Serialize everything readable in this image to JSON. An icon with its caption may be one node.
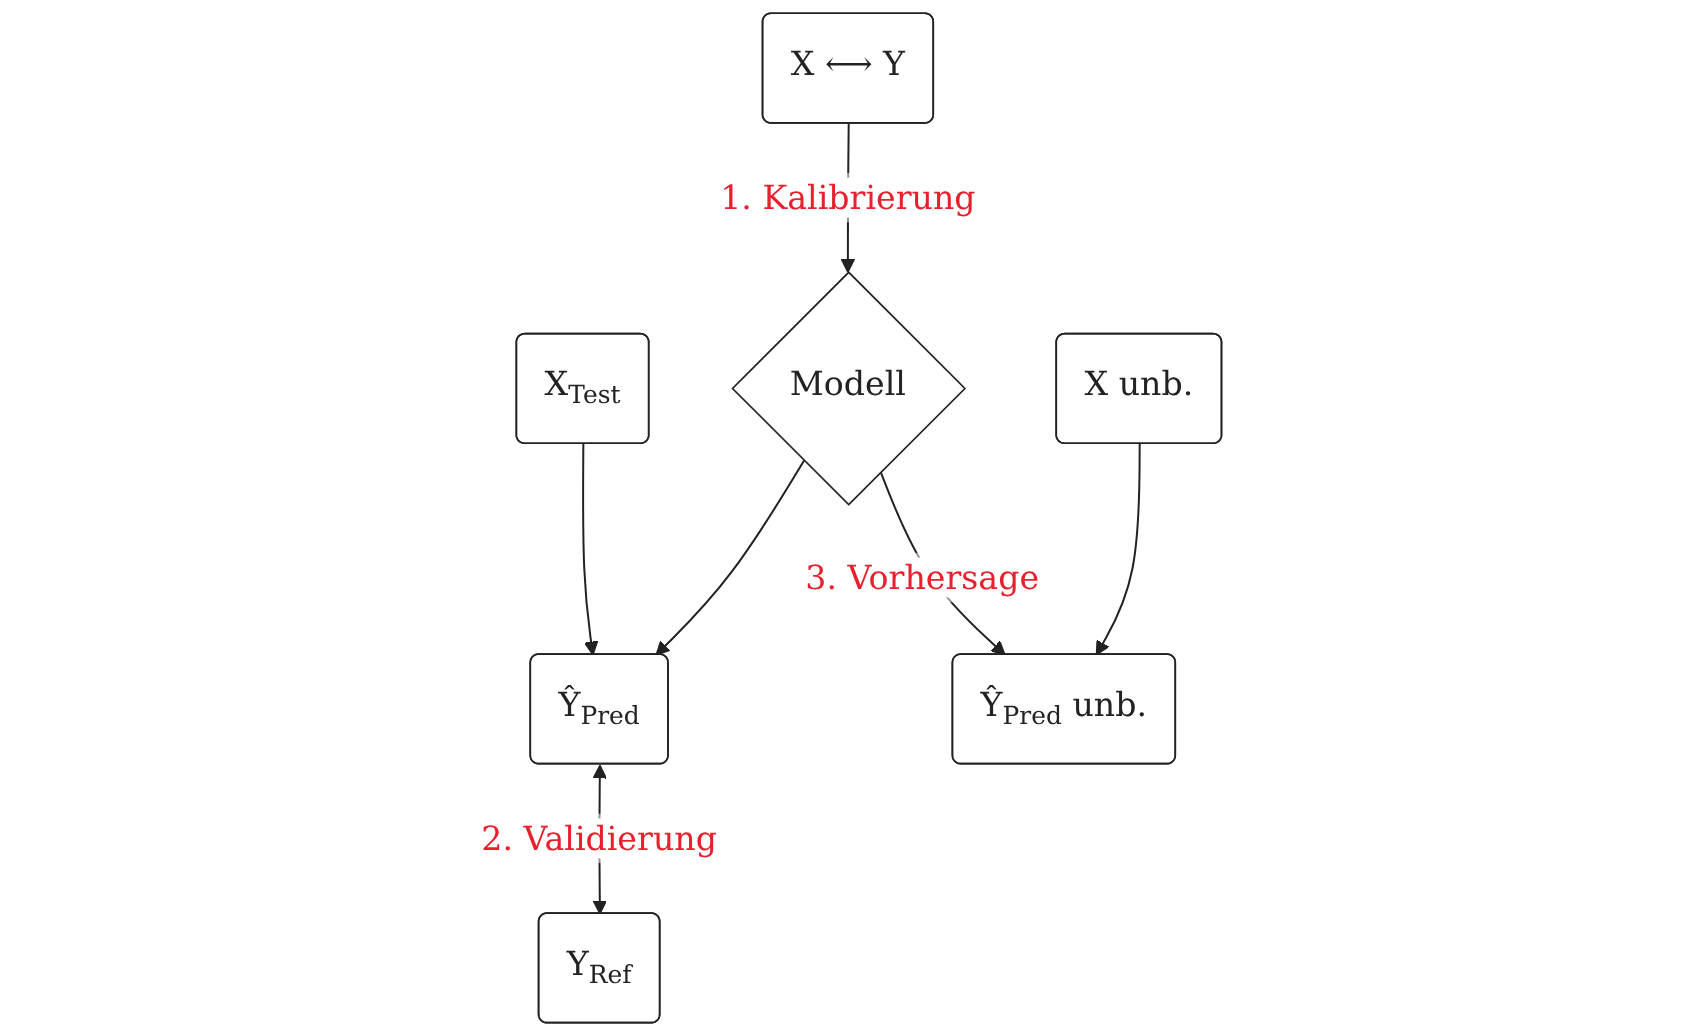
{
  "diagram": {
    "nodes": [
      {
        "text": [
          "X ⟷ Y"
        ]
      },
      {
        "text": [
          "X$_{Test}$"
        ]
      },
      {
        "text": [
          "Modell"
        ]
      },
      {
        "text": [
          "Ŷ$_{Pred}$"
        ]
      },
      {
        "text": [
          "Y$_{Ref}$"
        ]
      },
      {
        "text": [
          "X unb."
        ]
      },
      {
        "text": [
          "Ŷ$_{Pred}$ unb."
        ]
      }
    ],
    "edges": [
      {
        "from": 0,
        "to": 2,
        "arrow": "to",
        "label": "1. Kalibrierung"
      },
      {
        "from": 1,
        "to": 3,
        "arrow": "to"
      },
      {
        "from": 2,
        "to": 3,
        "arrow": "to"
      },
      {
        "from": 3,
        "to": 4,
        "arrow": "both",
        "label": "2. Validierung"
      },
      {
        "from": 2,
        "to": 6,
        "arrow": "to",
        "label": "3. Vorhersage"
      },
      {
        "from": 5,
        "to": 6,
        "arrow": "to"
      }
    ]
  }
}
